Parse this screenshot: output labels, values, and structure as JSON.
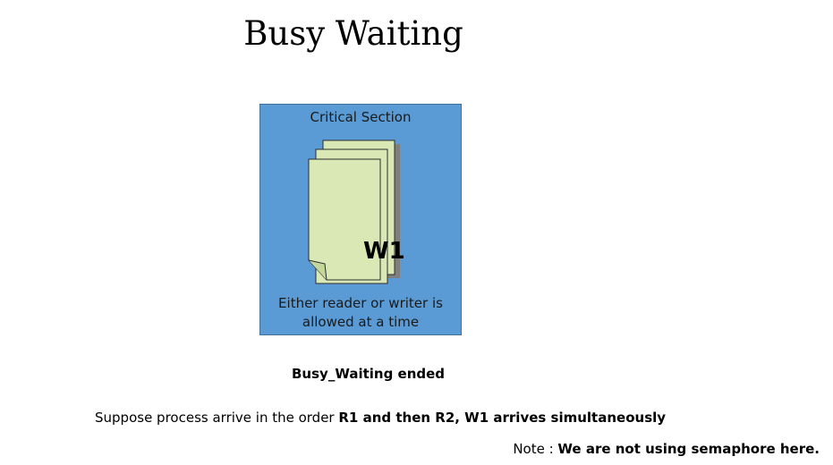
{
  "title": "Busy Waiting",
  "critical_section": {
    "label": "Critical Section",
    "doc_label": "W1",
    "footer_line1": "Either reader or writer is",
    "footer_line2": "allowed at a time"
  },
  "status": "Busy_Waiting ended",
  "order": {
    "prefix": "Suppose process arrive in the order ",
    "bold": "R1 and then  R2, W1 arrives simultaneously"
  },
  "note": {
    "label": "Note : ",
    "bold": "We are not using semaphore here."
  },
  "colors": {
    "box_fill": "#5b9bd5",
    "doc_fill": "#d9e8b5",
    "doc_shadow": "#7f7f7f"
  }
}
